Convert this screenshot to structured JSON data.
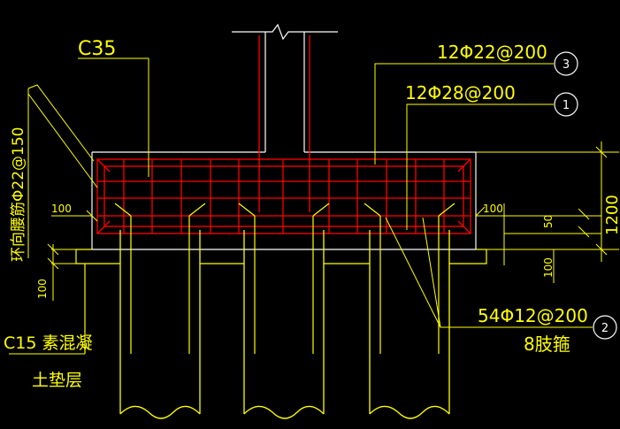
{
  "colors": {
    "background": "#000000",
    "line": "#ffff00",
    "rebar": "#ff0000",
    "white": "#ffffff",
    "text": "#ffff00"
  },
  "labels": {
    "concrete_grade": "C35",
    "rebar_3": "12Φ22@200",
    "rebar_1": "12Φ28@200",
    "rebar_2": "54Φ12@200",
    "stirrup_note": "8肢箍",
    "ring_rebar": "环向腰筋Φ22@150",
    "cushion_line1": "C15 素混凝",
    "cushion_line2": "土垫层",
    "dim_height": "1200",
    "dim_100_left": "100",
    "dim_100_right": "100",
    "dim_100_bottom_left": "100",
    "dim_100_bottom_right": "100",
    "dim_50": "50"
  },
  "callouts": {
    "c1": "1",
    "c2": "2",
    "c3": "3"
  }
}
